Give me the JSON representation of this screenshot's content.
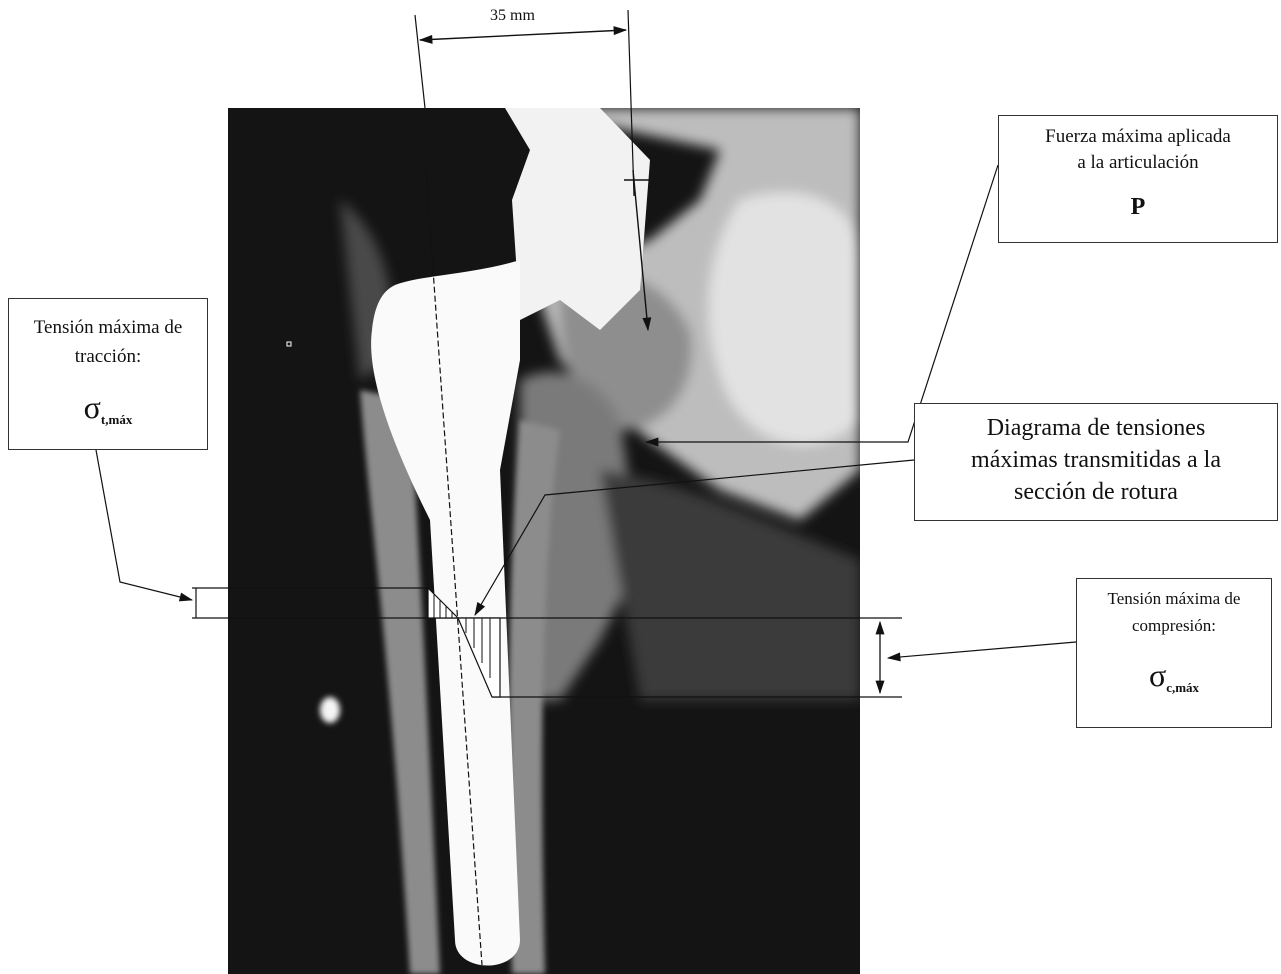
{
  "dimension": {
    "label": "35 mm"
  },
  "labels": {
    "fuerza": {
      "line1": "Fuerza máxima aplicada",
      "line2": "a la articulación",
      "symbol": "P"
    },
    "traccion": {
      "line1": "Tensión máxima de",
      "line2": "tracción:",
      "symbol": "σ",
      "subscript": "t,máx"
    },
    "diagrama": {
      "line1": "Diagrama de tensiones",
      "line2": "máximas transmitidas a la",
      "line3": "sección de rotura"
    },
    "compresion": {
      "line1": "Tensión máxima de",
      "line2": "compresión:",
      "symbol": "σ",
      "subscript": "c,máx"
    }
  },
  "colors": {
    "xray_background": "#141414",
    "implant": "#fafafa",
    "bone": "#9a9a9a",
    "annotation_line": "#111111"
  }
}
